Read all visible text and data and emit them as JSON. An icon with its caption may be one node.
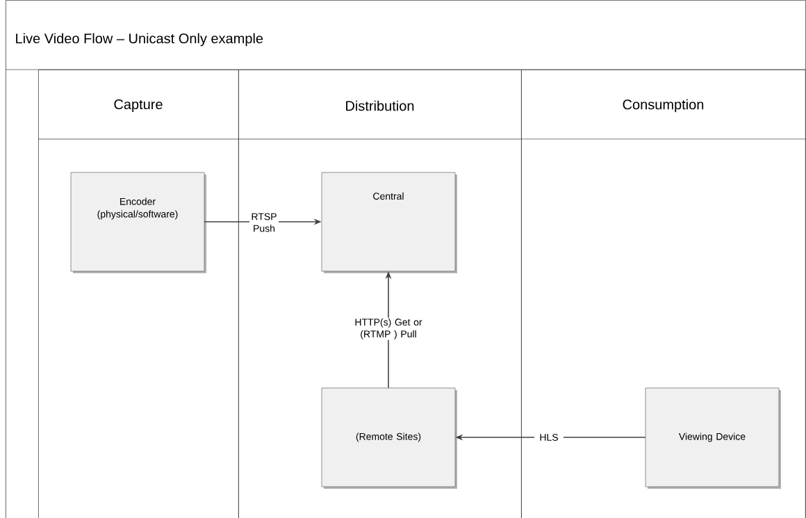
{
  "diagram": {
    "nodes": [
      {
        "text": [
          "Live Video Flow – Unicast Only example"
        ]
      },
      {
        "text": [
          "Capture"
        ],
        "in": 0
      },
      {
        "text": [
          "Distribution"
        ],
        "in": 0
      },
      {
        "text": [
          "Consumption"
        ],
        "in": 0
      },
      {
        "text": [
          "Encoder (physical/software)"
        ],
        "in": 1
      },
      {
        "text": [
          "Central"
        ],
        "in": 2
      },
      {
        "text": [
          "(Remote Sites)"
        ],
        "in": 2
      },
      {
        "text": [
          "Viewing Device"
        ],
        "in": 3
      }
    ],
    "edges": [
      {
        "from": 4,
        "to": 5,
        "arrow": "to",
        "label": "RTSP Push"
      },
      {
        "from": 6,
        "to": 5,
        "arrow": "to",
        "label": "HTTP(s) Get or (RTMP ) Pull"
      },
      {
        "from": 7,
        "to": 6,
        "arrow": "to",
        "label": "HLS"
      }
    ]
  }
}
